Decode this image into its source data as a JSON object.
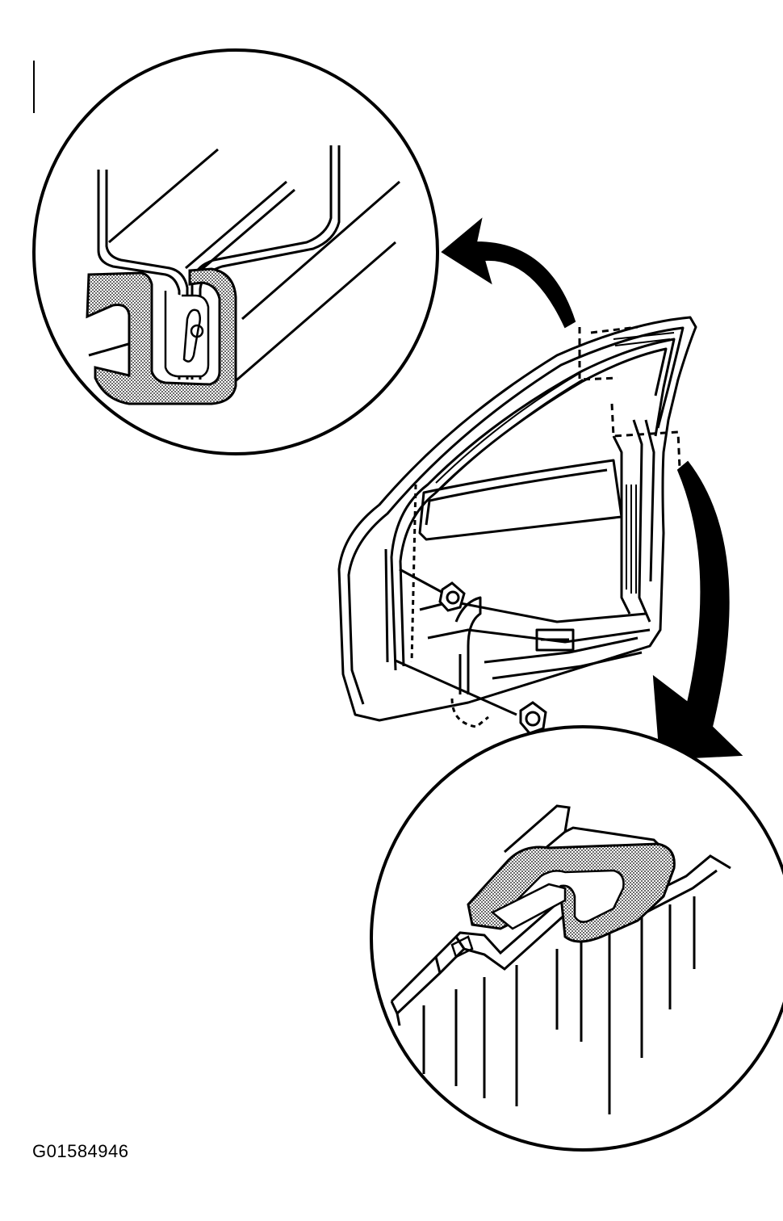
{
  "figure": {
    "code": "G01584946"
  },
  "colors": {
    "ink": "#000000",
    "paper": "#ffffff",
    "seal_fill": "#8a8a8a"
  },
  "parts": {
    "door": "door-frame",
    "upper_detail": "weatherstrip-upper-detail",
    "lower_detail": "weatherstrip-lower-detail",
    "bolts": "mounting-bolts"
  }
}
